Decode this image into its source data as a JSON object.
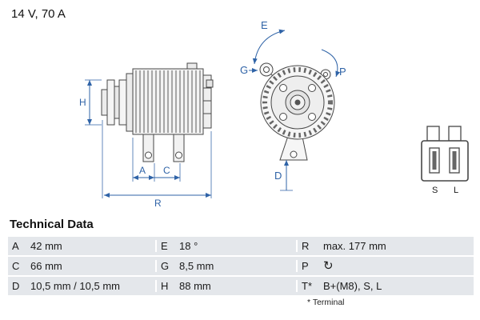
{
  "header": {
    "rating": "14 V, 70 A"
  },
  "diagram": {
    "labels": {
      "H": "H",
      "A": "A",
      "C": "C",
      "R": "R",
      "E": "E",
      "G": "G",
      "P": "P",
      "D": "D",
      "S": "S",
      "L": "L"
    },
    "dimension_color": "#2f63a7"
  },
  "table": {
    "title": "Technical Data",
    "rows": [
      {
        "cells": [
          {
            "key": "A",
            "value": "42 mm"
          },
          {
            "key": "E",
            "value": "18 °"
          },
          {
            "key": "R",
            "value": "max. 177 mm"
          }
        ]
      },
      {
        "cells": [
          {
            "key": "C",
            "value": "66 mm"
          },
          {
            "key": "G",
            "value": "8,5 mm"
          },
          {
            "key": "P",
            "value": "↻"
          }
        ]
      },
      {
        "cells": [
          {
            "key": "D",
            "value": "10,5 mm / 10,5 mm"
          },
          {
            "key": "H",
            "value": "88 mm"
          },
          {
            "key": "T*",
            "value": "B+(M8), S, L"
          }
        ]
      }
    ],
    "footnote": "* Terminal"
  }
}
